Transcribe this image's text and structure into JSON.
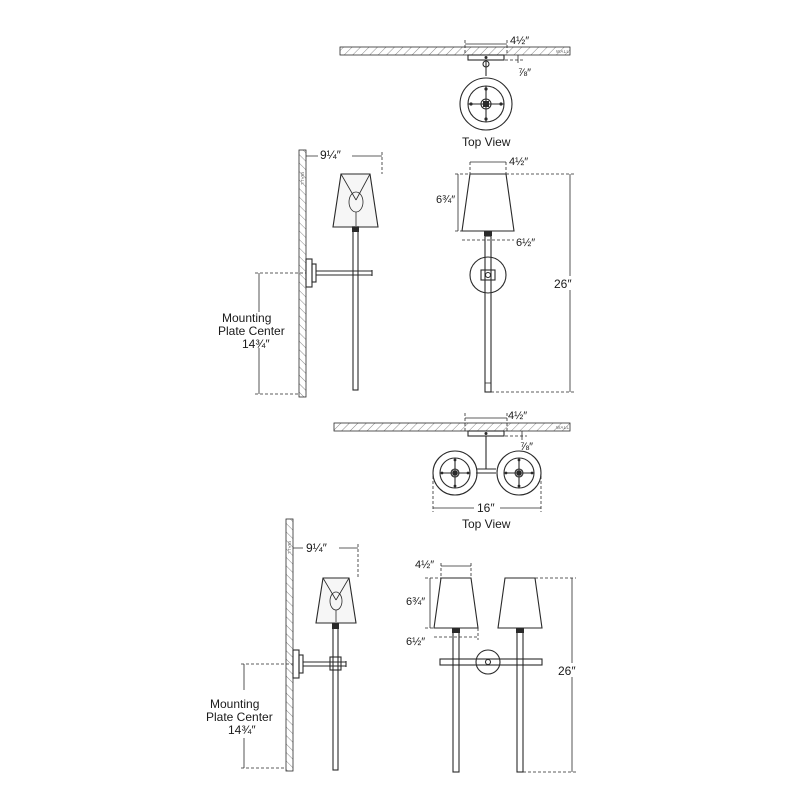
{
  "diagram": {
    "wall_label": "WALL",
    "single": {
      "top_view": {
        "width_dim": "4½″",
        "depth_dim": "⅞″",
        "caption": "Top View"
      },
      "side": {
        "projection_dim": "9¼″",
        "mount_label_line1": "Mounting",
        "mount_label_line2": "Plate Center",
        "mount_dim": "14¾″"
      },
      "front": {
        "shade_top_dim": "4½″",
        "shade_height_dim": "6¾″",
        "shade_bottom_dim": "6½″",
        "overall_height_dim": "26″"
      }
    },
    "double": {
      "top_view": {
        "width_dim": "4½″",
        "depth_dim": "⅞″",
        "overall_width_dim": "16″",
        "caption": "Top View"
      },
      "side": {
        "projection_dim": "9¼″",
        "mount_label_line1": "Mounting",
        "mount_label_line2": "Plate Center",
        "mount_dim": "14¾″"
      },
      "front": {
        "shade_top_dim": "4½″",
        "shade_height_dim": "6¾″",
        "shade_bottom_dim": "6½″",
        "overall_height_dim": "26″"
      }
    }
  }
}
